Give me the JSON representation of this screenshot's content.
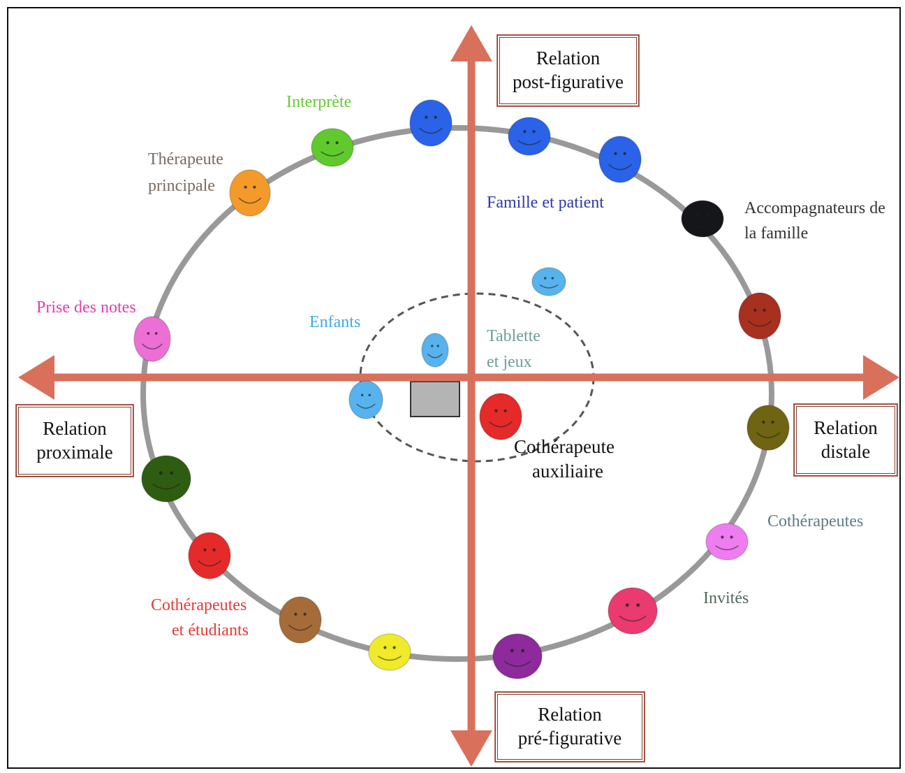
{
  "colors": {
    "axis": "#d9705b",
    "ring": "#999999",
    "box_border": "#8a3a2a",
    "dashed": "#555555"
  },
  "labels": {
    "interprete": {
      "text": "Interprète",
      "color": "#66cc33"
    },
    "therapeute_line1": {
      "text": "Thérapeute",
      "color": "#7a6a60"
    },
    "therapeute_line2": {
      "text": "principale",
      "color": "#7a6a60"
    },
    "famille_patient": {
      "text": "Famille et patient",
      "color": "#2c39a8"
    },
    "accomp_line1": {
      "text": "Accompagnateurs de",
      "color": "#333333"
    },
    "accomp_line2": {
      "text": "la famille",
      "color": "#333333"
    },
    "prise_notes": {
      "text": "Prise des notes",
      "color": "#e040b0"
    },
    "enfants": {
      "text": "Enfants",
      "color": "#3fa9e6"
    },
    "tablette_line1": {
      "text": "Tablette",
      "color": "#6b9f98"
    },
    "tablette_line2": {
      "text": "et jeux",
      "color": "#6b9f98"
    },
    "cotherapeute_aux_line1": {
      "text": "Cothérapeute",
      "color": "#111111"
    },
    "cotherapeute_aux_line2": {
      "text": "auxiliaire",
      "color": "#111111"
    },
    "cotherapeutes": {
      "text": "Cothérapeutes",
      "color": "#5e7b85"
    },
    "invites": {
      "text": "Invités",
      "color": "#4f6b5d"
    },
    "coth_etud_line1": {
      "text": "Cothérapeutes",
      "color": "#e43a3a"
    },
    "coth_etud_line2": {
      "text": "et étudiants",
      "color": "#e43a3a"
    }
  },
  "boxes": {
    "post_figurative": {
      "line1": "Relation",
      "line2": "post-figurative"
    },
    "pre_figurative": {
      "line1": "Relation",
      "line2": "pré-figurative"
    },
    "proximale": {
      "line1": "Relation",
      "line2": "proximale"
    },
    "distale": {
      "line1": "Relation",
      "line2": "distale"
    }
  },
  "smileys": [
    {
      "name": "smiley-interprete",
      "color": "#5fc92e"
    },
    {
      "name": "smiley-therapeute-principale",
      "color": "#f39a2b"
    },
    {
      "name": "smiley-top-blue",
      "color": "#2a63e8"
    },
    {
      "name": "smiley-famille-1",
      "color": "#2a63e8"
    },
    {
      "name": "smiley-famille-2",
      "color": "#2a63e8"
    },
    {
      "name": "smiley-accompagnateur-black",
      "color": "#15161a"
    },
    {
      "name": "smiley-accompagnateur-brown",
      "color": "#a8301f"
    },
    {
      "name": "smiley-olive",
      "color": "#6f6411"
    },
    {
      "name": "smiley-invite-pink",
      "color": "#ee7df0"
    },
    {
      "name": "smiley-invite-rose",
      "color": "#ea3a70"
    },
    {
      "name": "smiley-purple",
      "color": "#8e2a9c"
    },
    {
      "name": "smiley-yellow",
      "color": "#f1ea2a"
    },
    {
      "name": "smiley-brown",
      "color": "#a56c3a"
    },
    {
      "name": "smiley-red-left",
      "color": "#e52a2a"
    },
    {
      "name": "smiley-dark-green",
      "color": "#2e5d12"
    },
    {
      "name": "smiley-prise-notes",
      "color": "#ec6fd6"
    },
    {
      "name": "smiley-enfant-1",
      "color": "#57b3ee"
    },
    {
      "name": "smiley-enfant-2",
      "color": "#57b3ee"
    },
    {
      "name": "smiley-enfant-3",
      "color": "#57b3ee"
    },
    {
      "name": "smiley-cotherapeute-auxiliaire",
      "color": "#e52a2a"
    }
  ]
}
